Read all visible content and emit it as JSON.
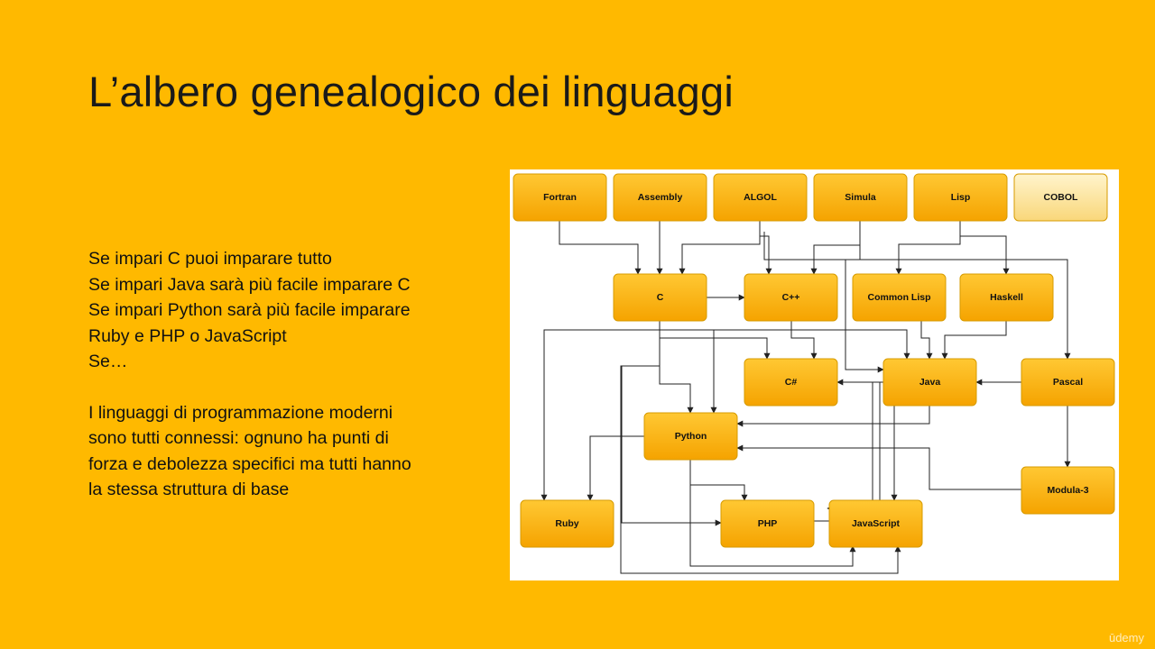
{
  "slide": {
    "title": "L’albero genealogico dei linguaggi",
    "paragraph1": [
      "Se impari C puoi imparare tutto",
      "Se impari Java sarà più facile imparare C",
      "Se impari Python sarà più facile imparare",
      "Ruby e PHP o JavaScript",
      "Se…"
    ],
    "paragraph2": [
      "I linguaggi di programmazione moderni",
      "sono tutti connessi: ognuno ha punti di",
      "forza e debolezza specifici ma tutti hanno",
      "la stessa struttura di base"
    ],
    "watermark": "ūdemy"
  },
  "diagram": {
    "colors": {
      "node_fill_top": "#FFC833",
      "node_fill_bottom": "#F5A300",
      "node_border": "#D79B00",
      "faded_fill_top": "#FFF4CC",
      "faded_fill_bottom": "#F9D77A",
      "edge": "#222222"
    },
    "nodes": [
      {
        "id": "fortran",
        "label": "Fortran"
      },
      {
        "id": "assembly",
        "label": "Assembly"
      },
      {
        "id": "algol",
        "label": "ALGOL"
      },
      {
        "id": "simula",
        "label": "Simula"
      },
      {
        "id": "lisp",
        "label": "Lisp"
      },
      {
        "id": "cobol",
        "label": "COBOL",
        "faded": true
      },
      {
        "id": "c",
        "label": "C"
      },
      {
        "id": "cpp",
        "label": "C++"
      },
      {
        "id": "common_lisp",
        "label": "Common Lisp"
      },
      {
        "id": "haskell",
        "label": "Haskell"
      },
      {
        "id": "csharp",
        "label": "C#"
      },
      {
        "id": "java",
        "label": "Java"
      },
      {
        "id": "pascal",
        "label": "Pascal"
      },
      {
        "id": "python",
        "label": "Python"
      },
      {
        "id": "modula3",
        "label": "Modula-3"
      },
      {
        "id": "ruby",
        "label": "Ruby"
      },
      {
        "id": "php",
        "label": "PHP"
      },
      {
        "id": "javascript",
        "label": "JavaScript"
      }
    ],
    "edges": [
      [
        "fortran",
        "c"
      ],
      [
        "assembly",
        "c"
      ],
      [
        "algol",
        "c"
      ],
      [
        "algol",
        "cpp"
      ],
      [
        "algol",
        "pascal"
      ],
      [
        "simula",
        "cpp"
      ],
      [
        "simula",
        "java"
      ],
      [
        "lisp",
        "common_lisp"
      ],
      [
        "lisp",
        "haskell"
      ],
      [
        "c",
        "cpp"
      ],
      [
        "c",
        "ruby"
      ],
      [
        "c",
        "python"
      ],
      [
        "c",
        "csharp"
      ],
      [
        "c",
        "java"
      ],
      [
        "c",
        "php"
      ],
      [
        "c",
        "javascript"
      ],
      [
        "cpp",
        "csharp"
      ],
      [
        "common_lisp",
        "java"
      ],
      [
        "haskell",
        "java"
      ],
      [
        "java",
        "csharp"
      ],
      [
        "java",
        "python"
      ],
      [
        "java",
        "php"
      ],
      [
        "java",
        "javascript"
      ],
      [
        "pascal",
        "java"
      ],
      [
        "pascal",
        "modula3"
      ],
      [
        "modula3",
        "python"
      ],
      [
        "python",
        "ruby"
      ],
      [
        "python",
        "php"
      ],
      [
        "python",
        "javascript"
      ]
    ]
  }
}
